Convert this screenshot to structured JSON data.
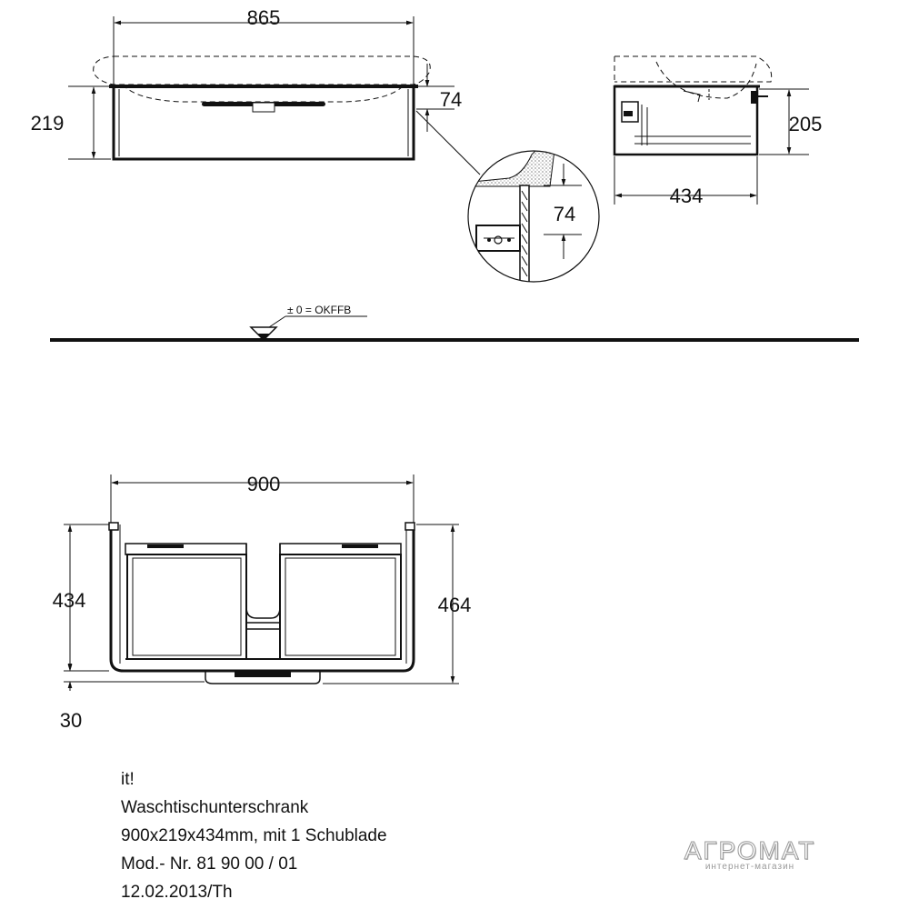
{
  "dimensions": {
    "top_width": "865",
    "top_height": "219",
    "top_recess": "74",
    "side_height": "205",
    "side_depth": "434",
    "detail_recess": "74",
    "plan_width": "900",
    "plan_depth": "434",
    "plan_total_depth": "464",
    "plan_offset": "30"
  },
  "floor_label": "± 0 = OKFFB",
  "info_lines": [
    "it!",
    "Waschtischunterschrank",
    "900x219x434mm, mit 1 Schublade",
    "Mod.- Nr. 81 90 00 / 01",
    "12.02.2013/Th"
  ],
  "watermark": {
    "brand": "АГРОМАТ",
    "tagline": "интернет-магазин"
  }
}
